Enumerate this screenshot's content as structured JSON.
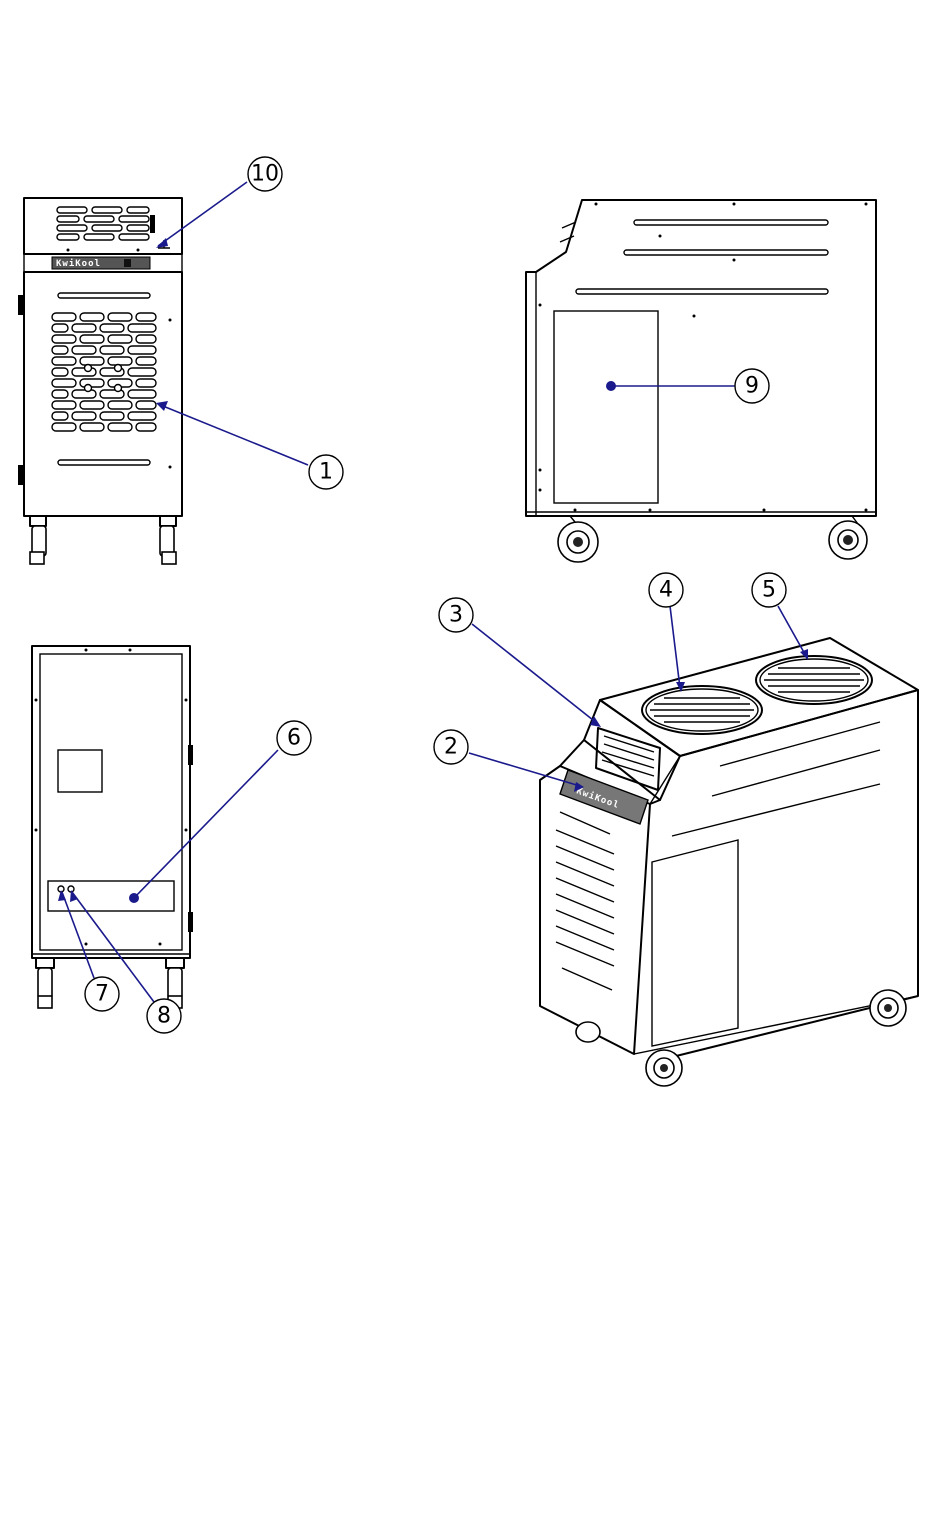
{
  "diagram": {
    "brand_label": "KwiKool",
    "callouts": [
      {
        "id": "callout-1",
        "label": "1"
      },
      {
        "id": "callout-2",
        "label": "2"
      },
      {
        "id": "callout-3",
        "label": "3"
      },
      {
        "id": "callout-4",
        "label": "4"
      },
      {
        "id": "callout-5",
        "label": "5"
      },
      {
        "id": "callout-6",
        "label": "6"
      },
      {
        "id": "callout-7",
        "label": "7"
      },
      {
        "id": "callout-8",
        "label": "8"
      },
      {
        "id": "callout-9",
        "label": "9"
      },
      {
        "id": "callout-10",
        "label": "10"
      }
    ],
    "colors": {
      "leader": "#1a1a8c",
      "outline": "#000000",
      "background": "#ffffff"
    }
  }
}
